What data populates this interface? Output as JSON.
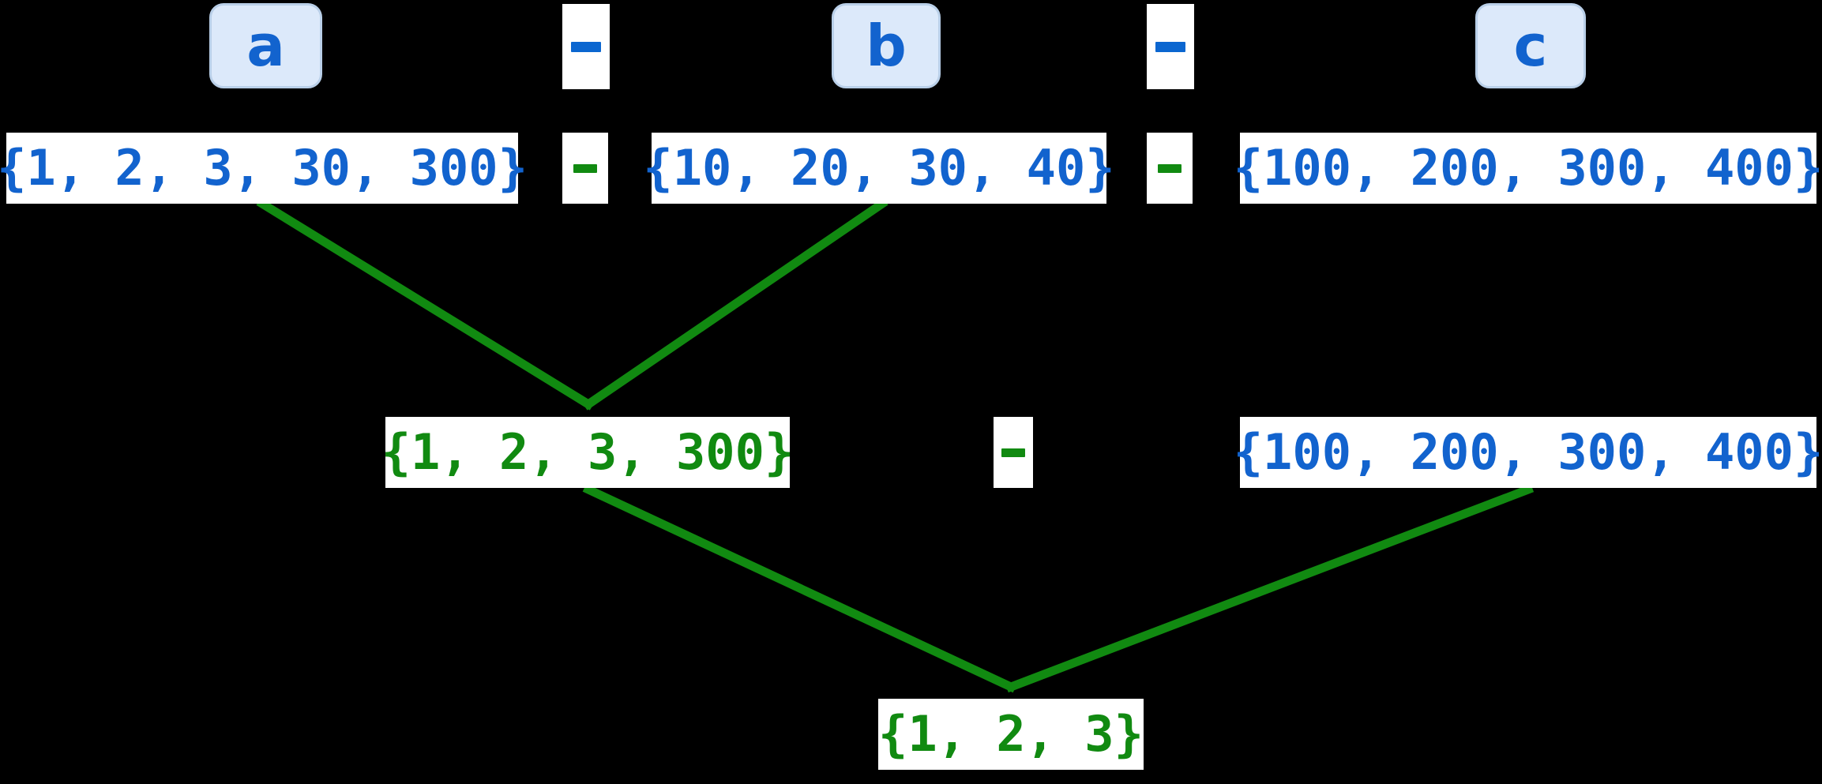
{
  "diagram": {
    "title": "Set difference expression evaluation tree",
    "expression": "a - b - c",
    "background_color": "#000000",
    "colors": {
      "operand_blue": "#1263ce",
      "result_green": "#118a11",
      "operator_blue": "#0b66d0",
      "operator_green": "#118a11",
      "chip_fill": "#dce9fa",
      "chip_border": "#b9cfe8",
      "box_fill": "#ffffff",
      "wire_green": "#118a11"
    }
  },
  "variables": [
    {
      "name": "var-a",
      "label": "a"
    },
    {
      "name": "var-b",
      "label": "b"
    },
    {
      "name": "var-c",
      "label": "c"
    }
  ],
  "operators": {
    "minus": "-",
    "row1_left": "-",
    "row1_right": "-",
    "row2_left": "-",
    "row2_right": "-",
    "row3": "-"
  },
  "rows": {
    "variables_row": {
      "items": [
        {
          "kind": "variable",
          "label": "a"
        },
        {
          "kind": "operator",
          "label": "-"
        },
        {
          "kind": "variable",
          "label": "b"
        },
        {
          "kind": "operator",
          "label": "-"
        },
        {
          "kind": "variable",
          "label": "c"
        }
      ]
    },
    "operands_row": {
      "items": [
        {
          "kind": "set",
          "label": "{1, 2, 3, 30, 300}",
          "color": "blue"
        },
        {
          "kind": "operator",
          "label": "-"
        },
        {
          "kind": "set",
          "label": "{10, 20, 30, 40}",
          "color": "blue"
        },
        {
          "kind": "operator",
          "label": "-"
        },
        {
          "kind": "set",
          "label": "{100, 200, 300, 400}",
          "color": "blue"
        }
      ]
    },
    "intermediate_row": {
      "items": [
        {
          "kind": "set",
          "label": "{1, 2, 3, 300}",
          "color": "green"
        },
        {
          "kind": "operator",
          "label": "-"
        },
        {
          "kind": "set",
          "label": "{100, 200, 300, 400}",
          "color": "blue"
        }
      ]
    },
    "result_row": {
      "items": [
        {
          "kind": "set",
          "label": "{1, 2, 3}",
          "color": "green"
        }
      ]
    }
  },
  "values": {
    "a_set": "{1, 2, 3, 30, 300}",
    "b_set": "{10, 20, 30, 40}",
    "c_set": "{100, 200, 300, 400}",
    "a_minus_b": "{1, 2, 3, 300}",
    "c_set_again": "{100, 200, 300, 400}",
    "final_result": "{1, 2, 3}"
  }
}
